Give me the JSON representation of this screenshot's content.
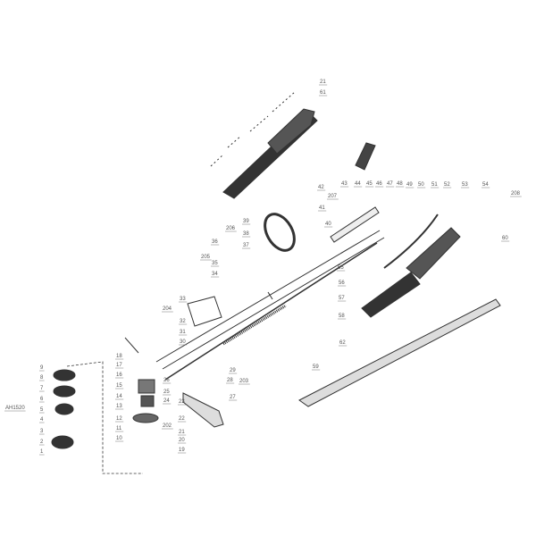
{
  "diagram": {
    "type": "exploded parts diagram",
    "labels": [
      "21",
      "61",
      "43",
      "44",
      "45",
      "46",
      "47",
      "48",
      "49",
      "50",
      "51",
      "52",
      "53",
      "54",
      "208",
      "60",
      "42",
      "207",
      "41",
      "40",
      "39",
      "206",
      "38",
      "37",
      "36",
      "205",
      "35",
      "34",
      "33",
      "204",
      "32",
      "31",
      "30",
      "55",
      "56",
      "57",
      "58",
      "59",
      "62",
      "18",
      "17",
      "16",
      "15",
      "14",
      "13",
      "12",
      "11",
      "10",
      "9",
      "8",
      "7",
      "6",
      "AH1520",
      "5",
      "4",
      "3",
      "2",
      "1",
      "29",
      "28",
      "203",
      "27",
      "26",
      "25",
      "24",
      "23",
      "22",
      "202",
      "21",
      "20",
      "19"
    ],
    "colors": {
      "line": "#555555",
      "part": "#222222",
      "background": "#ffffff"
    }
  }
}
